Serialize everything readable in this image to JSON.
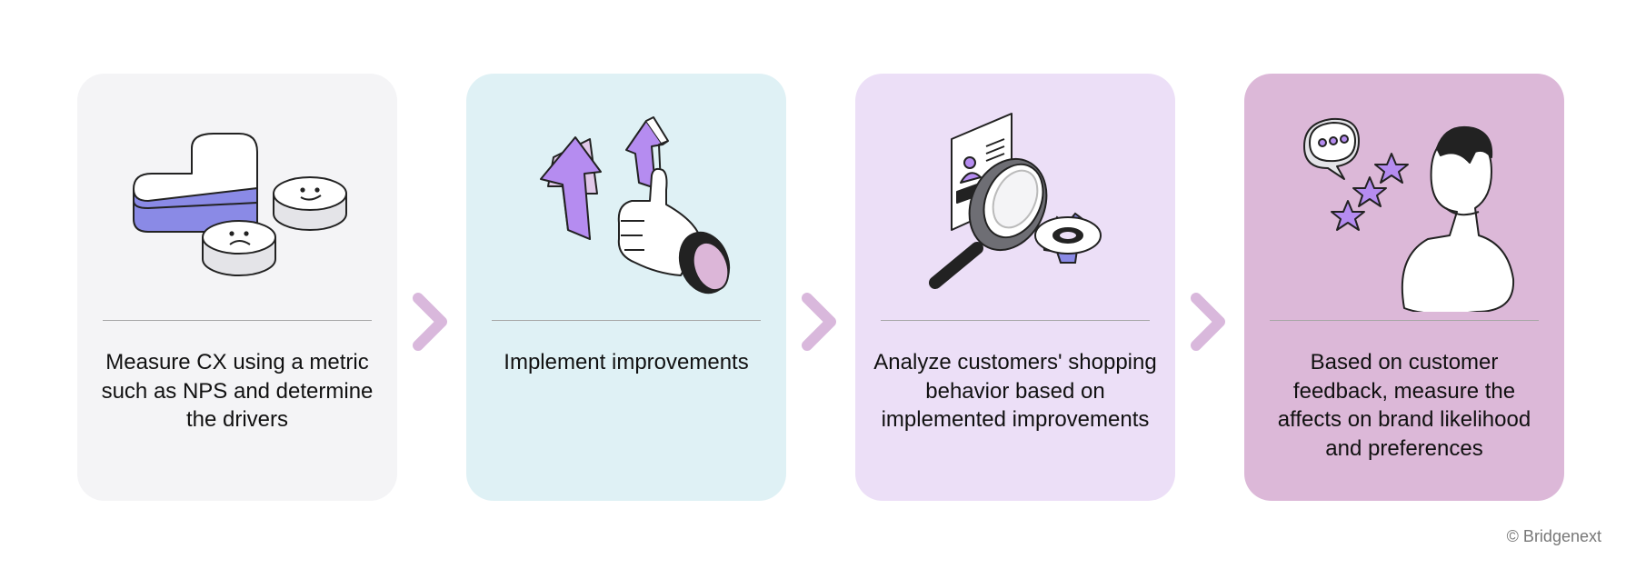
{
  "steps": [
    {
      "text": "Measure CX using a metric such as NPS and determine the drivers",
      "background": "#f4f4f6",
      "illustration": "heart-and-smiley-tokens-icon"
    },
    {
      "text": "Implement improvements",
      "background": "#dff1f5",
      "illustration": "arrows-and-thumbs-up-icon"
    },
    {
      "text": "Analyze customers' shopping behavior based on implemented improvements",
      "background": "#ecdff7",
      "illustration": "magnifier-profile-gear-icon"
    },
    {
      "text": "Based on customer feedback, measure the affects on brand likelihood and preferences",
      "background": "#dcb8d8",
      "illustration": "customer-rating-stars-icon"
    }
  ],
  "connector": {
    "icon": "chevron-right-icon",
    "color": "#d9b8dc"
  },
  "footer": {
    "copyright": "© Bridgenext"
  },
  "colors": {
    "accent_purple": "#b58cf0",
    "accent_blue": "#8a8ae6",
    "accent_pink": "#dcb6d8",
    "outline": "#222222"
  }
}
